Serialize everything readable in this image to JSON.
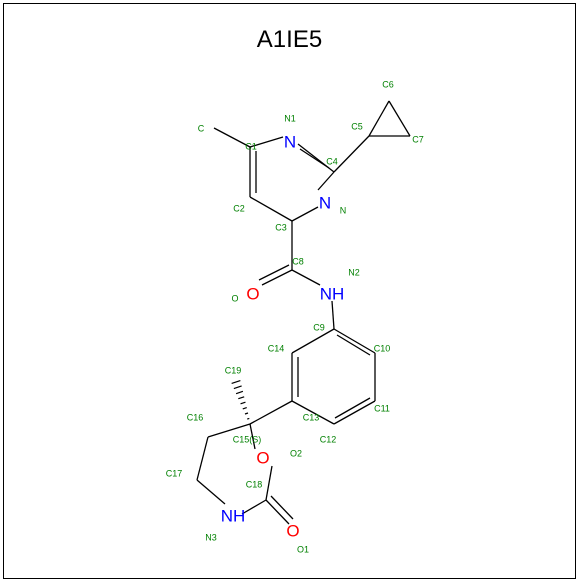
{
  "title": "A1IE5",
  "colors": {
    "bond": "#000000",
    "nitrogen": "#0000ff",
    "oxygen": "#ff0000",
    "atom_label": "#008000"
  },
  "atoms": [
    {
      "id": "N_ring1",
      "text": "N",
      "el": "N"
    },
    {
      "id": "N_ring2",
      "text": "N",
      "el": "N"
    },
    {
      "id": "O_amide",
      "text": "O",
      "el": "O"
    },
    {
      "id": "NH_amide",
      "text": "NH",
      "el": "N"
    },
    {
      "id": "O_ring",
      "text": "O",
      "el": "O"
    },
    {
      "id": "O_carbonyl",
      "text": "O",
      "el": "O"
    },
    {
      "id": "NH_ring",
      "text": "NH",
      "el": "N"
    }
  ],
  "labels": [
    "C",
    "N1",
    "C6",
    "C5",
    "C7",
    "C1",
    "C4",
    "C2",
    "N",
    "C3",
    "C8",
    "N2",
    "O",
    "C9",
    "C14",
    "C10",
    "C19",
    "C16",
    "C13",
    "C11",
    "C15(S)",
    "O2",
    "C12",
    "C17",
    "C18",
    "N3",
    "O1"
  ]
}
